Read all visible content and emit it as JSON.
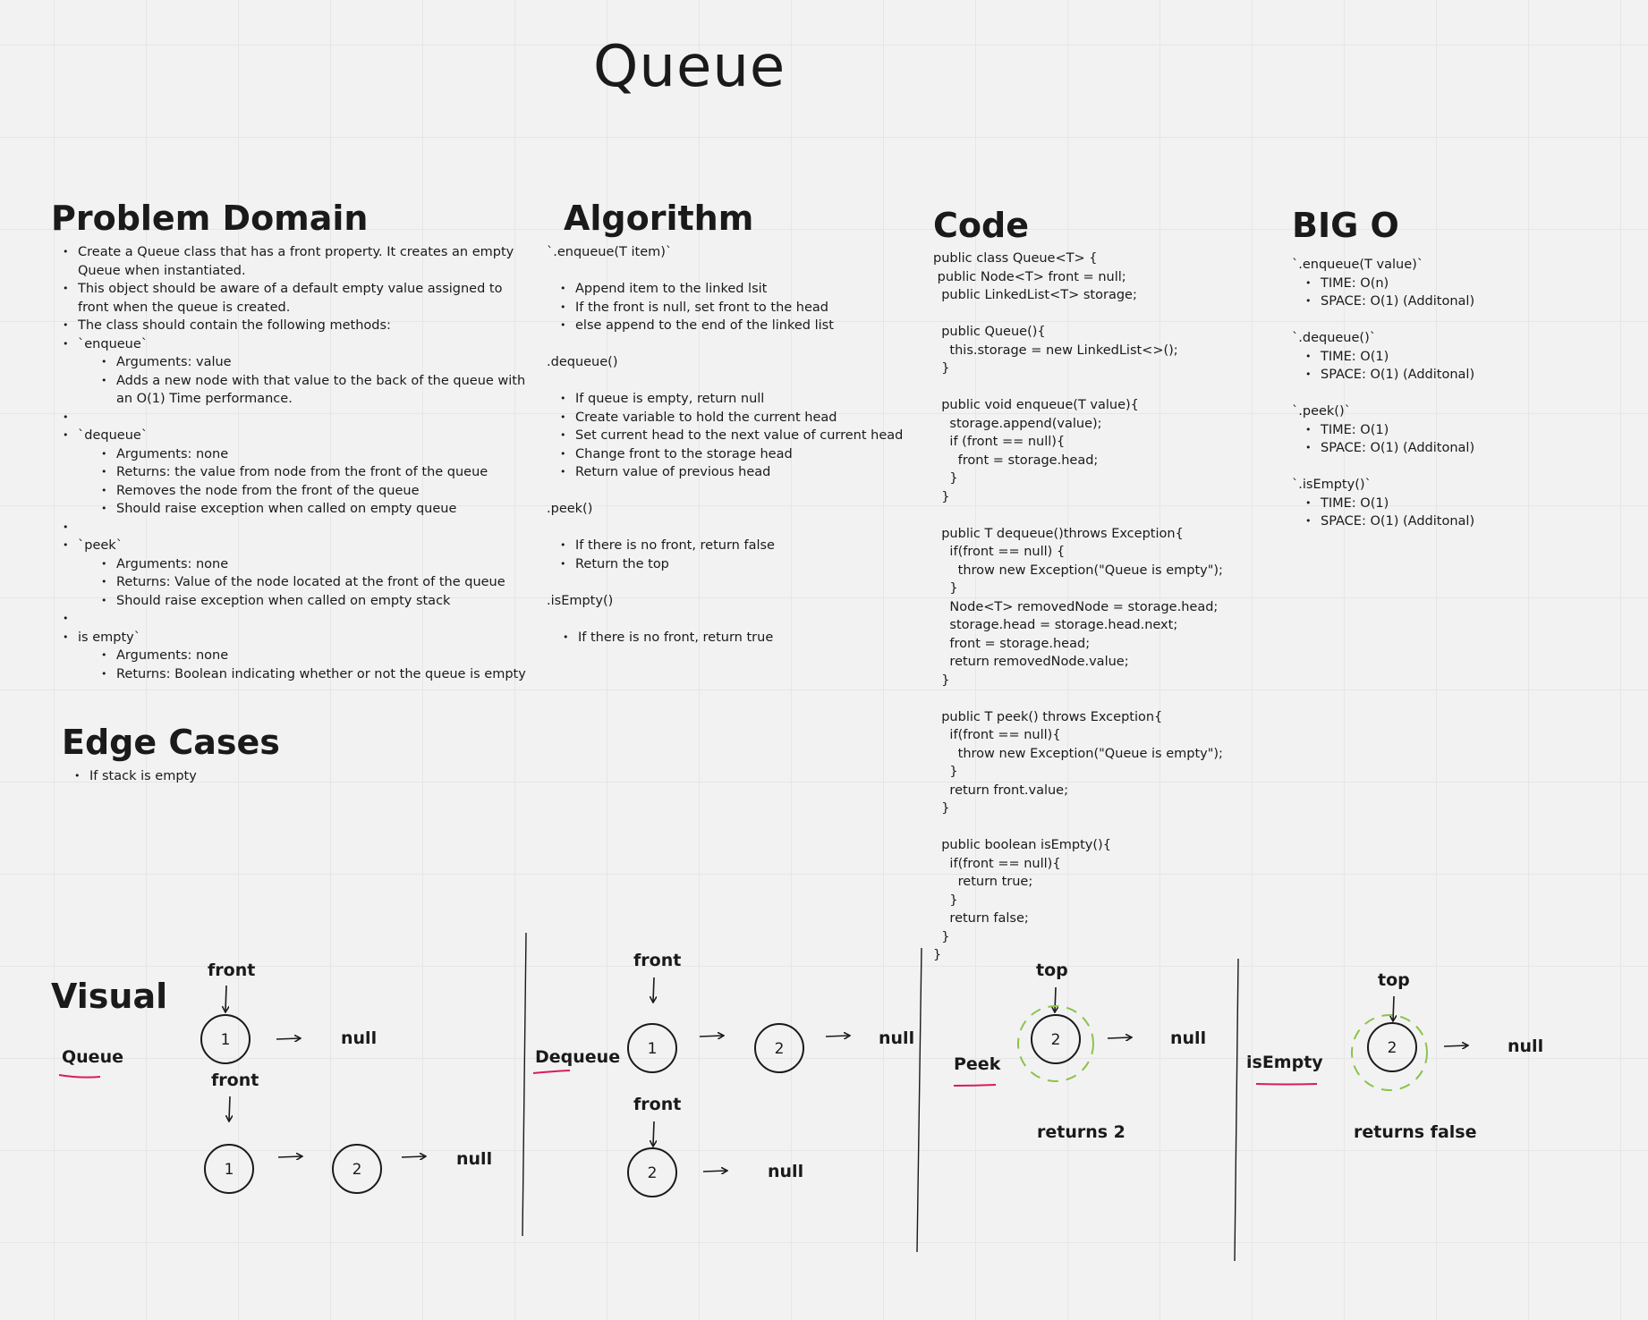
{
  "title": "Queue",
  "problem_domain": {
    "heading": "Problem Domain",
    "items": [
      {
        "text": "Create a Queue class that has a front property. It creates an empty Queue when instantiated.",
        "sub": []
      },
      {
        "text": "This object should be aware of a default empty value assigned to front when the queue is created.",
        "sub": []
      },
      {
        "text": "The class should contain the following methods:",
        "sub": []
      },
      {
        "text": "`enqueue`",
        "sub": [
          "Arguments: value",
          "Adds a new node with that value to the back of the queue with an O(1) Time performance."
        ]
      },
      {
        "text": "`dequeue`",
        "sub": [
          "Arguments: none",
          "Returns: the value from node from the front of the queue",
          "Removes the node from the front of the queue",
          "Should raise exception when called on empty queue"
        ]
      },
      {
        "text": "`peek`",
        "sub": [
          "Arguments: none",
          "Returns: Value of the node located at the front of the queue",
          "Should raise exception when called on empty stack"
        ]
      },
      {
        "text": "is empty`",
        "sub": [
          "Arguments: none",
          "Returns: Boolean indicating whether or not the queue is empty"
        ]
      }
    ]
  },
  "edge_cases": {
    "heading": "Edge Cases",
    "items": [
      "If stack is empty"
    ]
  },
  "algorithm": {
    "heading": "Algorithm",
    "enqueue_label": "`.enqueue(T item)`",
    "enqueue_items": [
      "Append item to the linked lsit",
      "If the front is null, set front to the head",
      "else append to the end of the linked list"
    ],
    "dequeue_label": ".dequeue()",
    "dequeue_items": [
      "If queue is empty, return null",
      "Create variable to hold the current head",
      "Set current head to the next value of current head",
      "Change front to the storage head",
      "Return value of previous head"
    ],
    "peek_label": ".peek()",
    "peek_items": [
      "If there is no front, return false",
      "Return the top"
    ],
    "isempty_label": ".isEmpty()",
    "isempty_items": [
      "If there is no front, return true"
    ]
  },
  "code": {
    "heading": "Code",
    "text": "public class Queue<T> {\n public Node<T> front = null;\n  public LinkedList<T> storage;\n\n  public Queue(){\n    this.storage = new LinkedList<>();\n  }\n\n  public void enqueue(T value){\n    storage.append(value);\n    if (front == null){\n      front = storage.head;\n    }\n  }\n\n  public T dequeue()throws Exception{\n    if(front == null) {\n      throw new Exception(\"Queue is empty\");\n    }\n    Node<T> removedNode = storage.head;\n    storage.head = storage.head.next;\n    front = storage.head;\n    return removedNode.value;\n  }\n\n  public T peek() throws Exception{\n    if(front == null){\n      throw new Exception(\"Queue is empty\");\n    }\n    return front.value;\n  }\n\n  public boolean isEmpty(){\n    if(front == null){\n      return true;\n    }\n    return false;\n  }\n}"
  },
  "big_o": {
    "heading": "BIG O",
    "groups": [
      {
        "label": "`.enqueue(T value)`",
        "items": [
          "TIME: O(n)",
          "SPACE: O(1) (Additonal)"
        ]
      },
      {
        "label": "`.dequeue()`",
        "items": [
          "TIME: O(1)",
          "SPACE: O(1) (Additonal)"
        ]
      },
      {
        "label": "`.peek()`",
        "items": [
          "TIME: O(1)",
          "SPACE: O(1) (Additonal)"
        ]
      },
      {
        "label": "`.isEmpty()`",
        "items": [
          "TIME: O(1)",
          "SPACE: O(1) (Additonal)"
        ]
      }
    ]
  },
  "visual": {
    "heading": "Visual",
    "queue": {
      "label": "Queue",
      "front1": "front",
      "front2": "front",
      "n1": "1",
      "n2": "1",
      "n3": "2",
      "null1": "null",
      "null2": "null"
    },
    "dequeue": {
      "label": "Dequeue",
      "front1": "front",
      "front2": "front",
      "n1": "1",
      "n2": "2",
      "n3": "2",
      "null1": "null",
      "null2": "null"
    },
    "peek": {
      "label": "Peek",
      "top": "top",
      "n1": "2",
      "null1": "null",
      "result": "returns 2"
    },
    "isempty": {
      "label": "isEmpty",
      "top": "top",
      "n1": "2",
      "null1": "null",
      "result": "returns false"
    },
    "colors": {
      "underline": "#d81b60",
      "highlight": "#8bc34a",
      "ink": "#1a1a1a"
    }
  }
}
